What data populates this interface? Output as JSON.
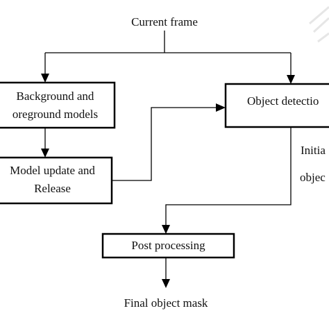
{
  "diagram": {
    "input_label": "Current frame",
    "nodes": {
      "models": {
        "line1": "Background and",
        "line2": "oreground models"
      },
      "model_update": {
        "line1": "Model update and",
        "line2": "Release"
      },
      "object_detection": {
        "label": "Object detectio"
      },
      "post_processing": {
        "label": "Post processing"
      }
    },
    "edge_label": {
      "line1": "Initia",
      "line2": "objec"
    },
    "output_label": "Final object mask"
  }
}
